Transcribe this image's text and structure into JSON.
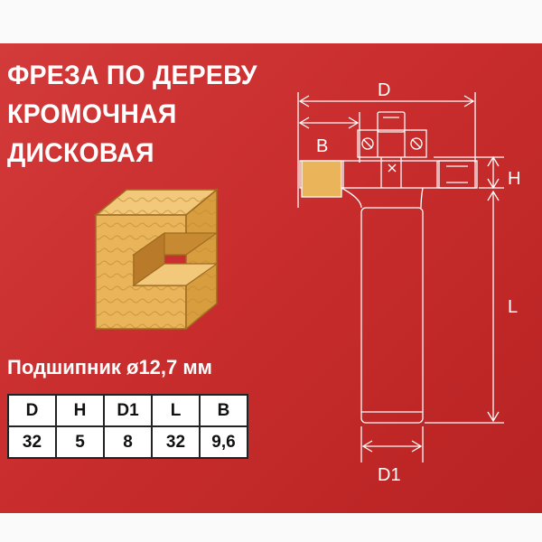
{
  "title": {
    "line1": "ФРЕЗА ПО ДЕРЕВУ",
    "line2": "КРОМОЧНАЯ",
    "line3": "ДИСКОВАЯ"
  },
  "bearing_text": "Подшипник ø12,7 мм",
  "dimensions": {
    "D": "D",
    "B": "B",
    "H": "H",
    "L": "L",
    "D1": "D1"
  },
  "spec_table": {
    "headers": [
      "D",
      "H",
      "D1",
      "L",
      "B"
    ],
    "values": [
      "32",
      "5",
      "8",
      "32",
      "9,6"
    ]
  },
  "colors": {
    "background_red": "#c92d2d",
    "line_white": "#ffffff",
    "wood": "#e9b45a"
  }
}
